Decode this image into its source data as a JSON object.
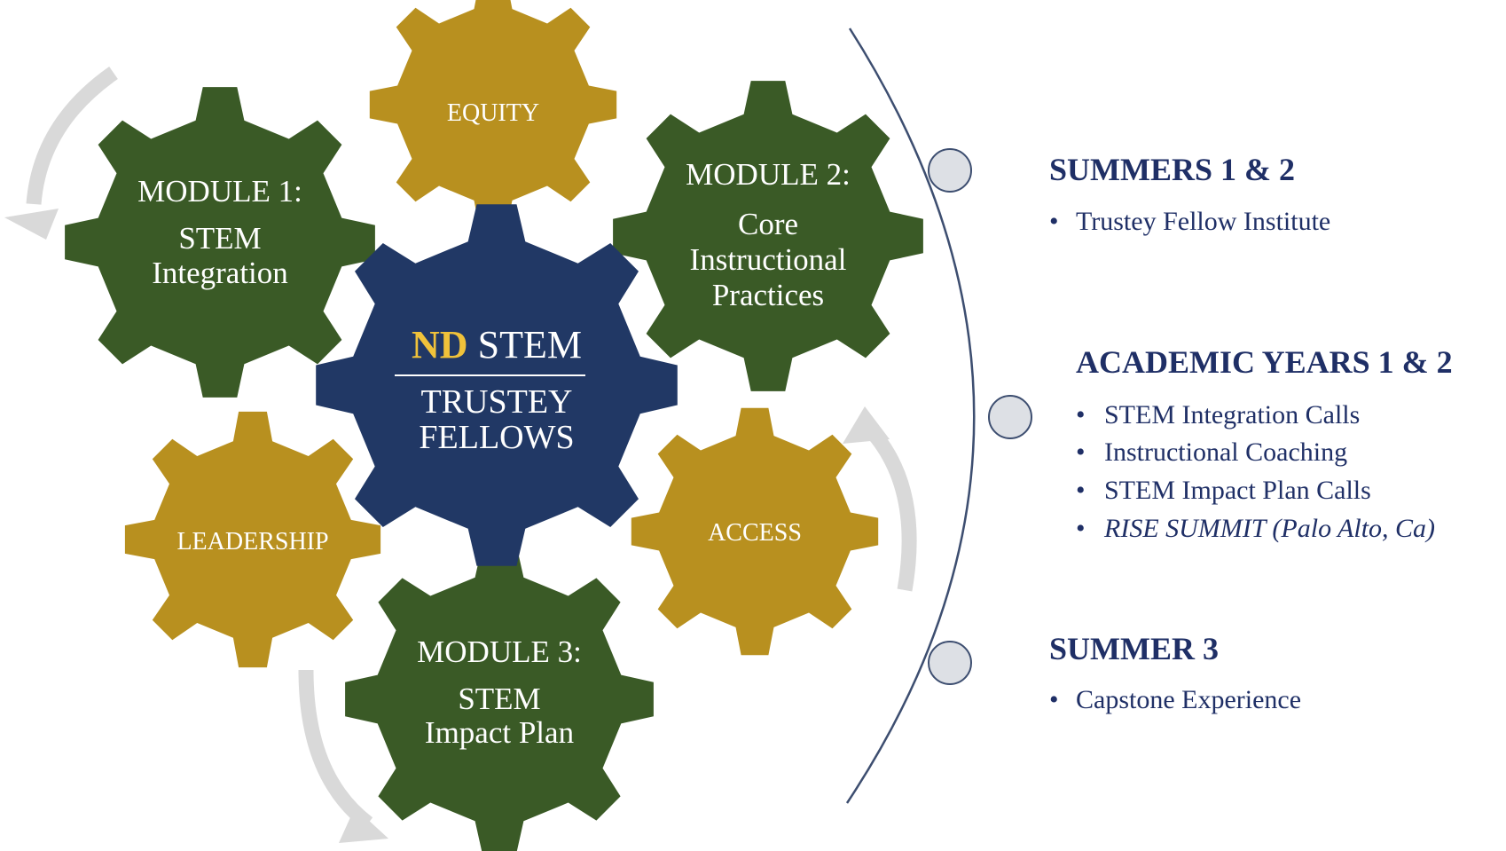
{
  "colors": {
    "green": "#3a5a26",
    "gold": "#b8901f",
    "navy": "#213865",
    "highlight_gold": "#f0c23a",
    "timeline": "#3d4e70",
    "node_fill": "#dde0e5",
    "arrow": "#d9d9d9",
    "heading": "#1f2f66"
  },
  "center_gear": {
    "title_bold": "ND",
    "title_rest": " STEM",
    "line1": "TRUSTEY",
    "line2": "FELLOWS"
  },
  "gears": {
    "module1": {
      "line1": "MODULE 1:",
      "line2": "STEM",
      "line3": "Integration"
    },
    "module2": {
      "line1": "MODULE 2:",
      "line2": "Core",
      "line3": "Instructional",
      "line4": "Practices"
    },
    "module3": {
      "line1": "MODULE 3:",
      "line2": "STEM",
      "line3": "Impact Plan"
    },
    "equity": "EQUITY",
    "leadership": "LEADERSHIP",
    "access": "ACCESS"
  },
  "timeline": [
    {
      "heading": "SUMMERS 1 & 2",
      "items": [
        "Trustey Fellow Institute"
      ]
    },
    {
      "heading": "ACADEMIC YEARS 1 & 2",
      "items": [
        "STEM Integration Calls",
        "Instructional Coaching",
        "STEM Impact Plan Calls",
        "RISE SUMMIT (Palo Alto, Ca)"
      ]
    },
    {
      "heading": "SUMMER 3",
      "items": [
        "Capstone Experience"
      ]
    }
  ],
  "bullet": "•"
}
